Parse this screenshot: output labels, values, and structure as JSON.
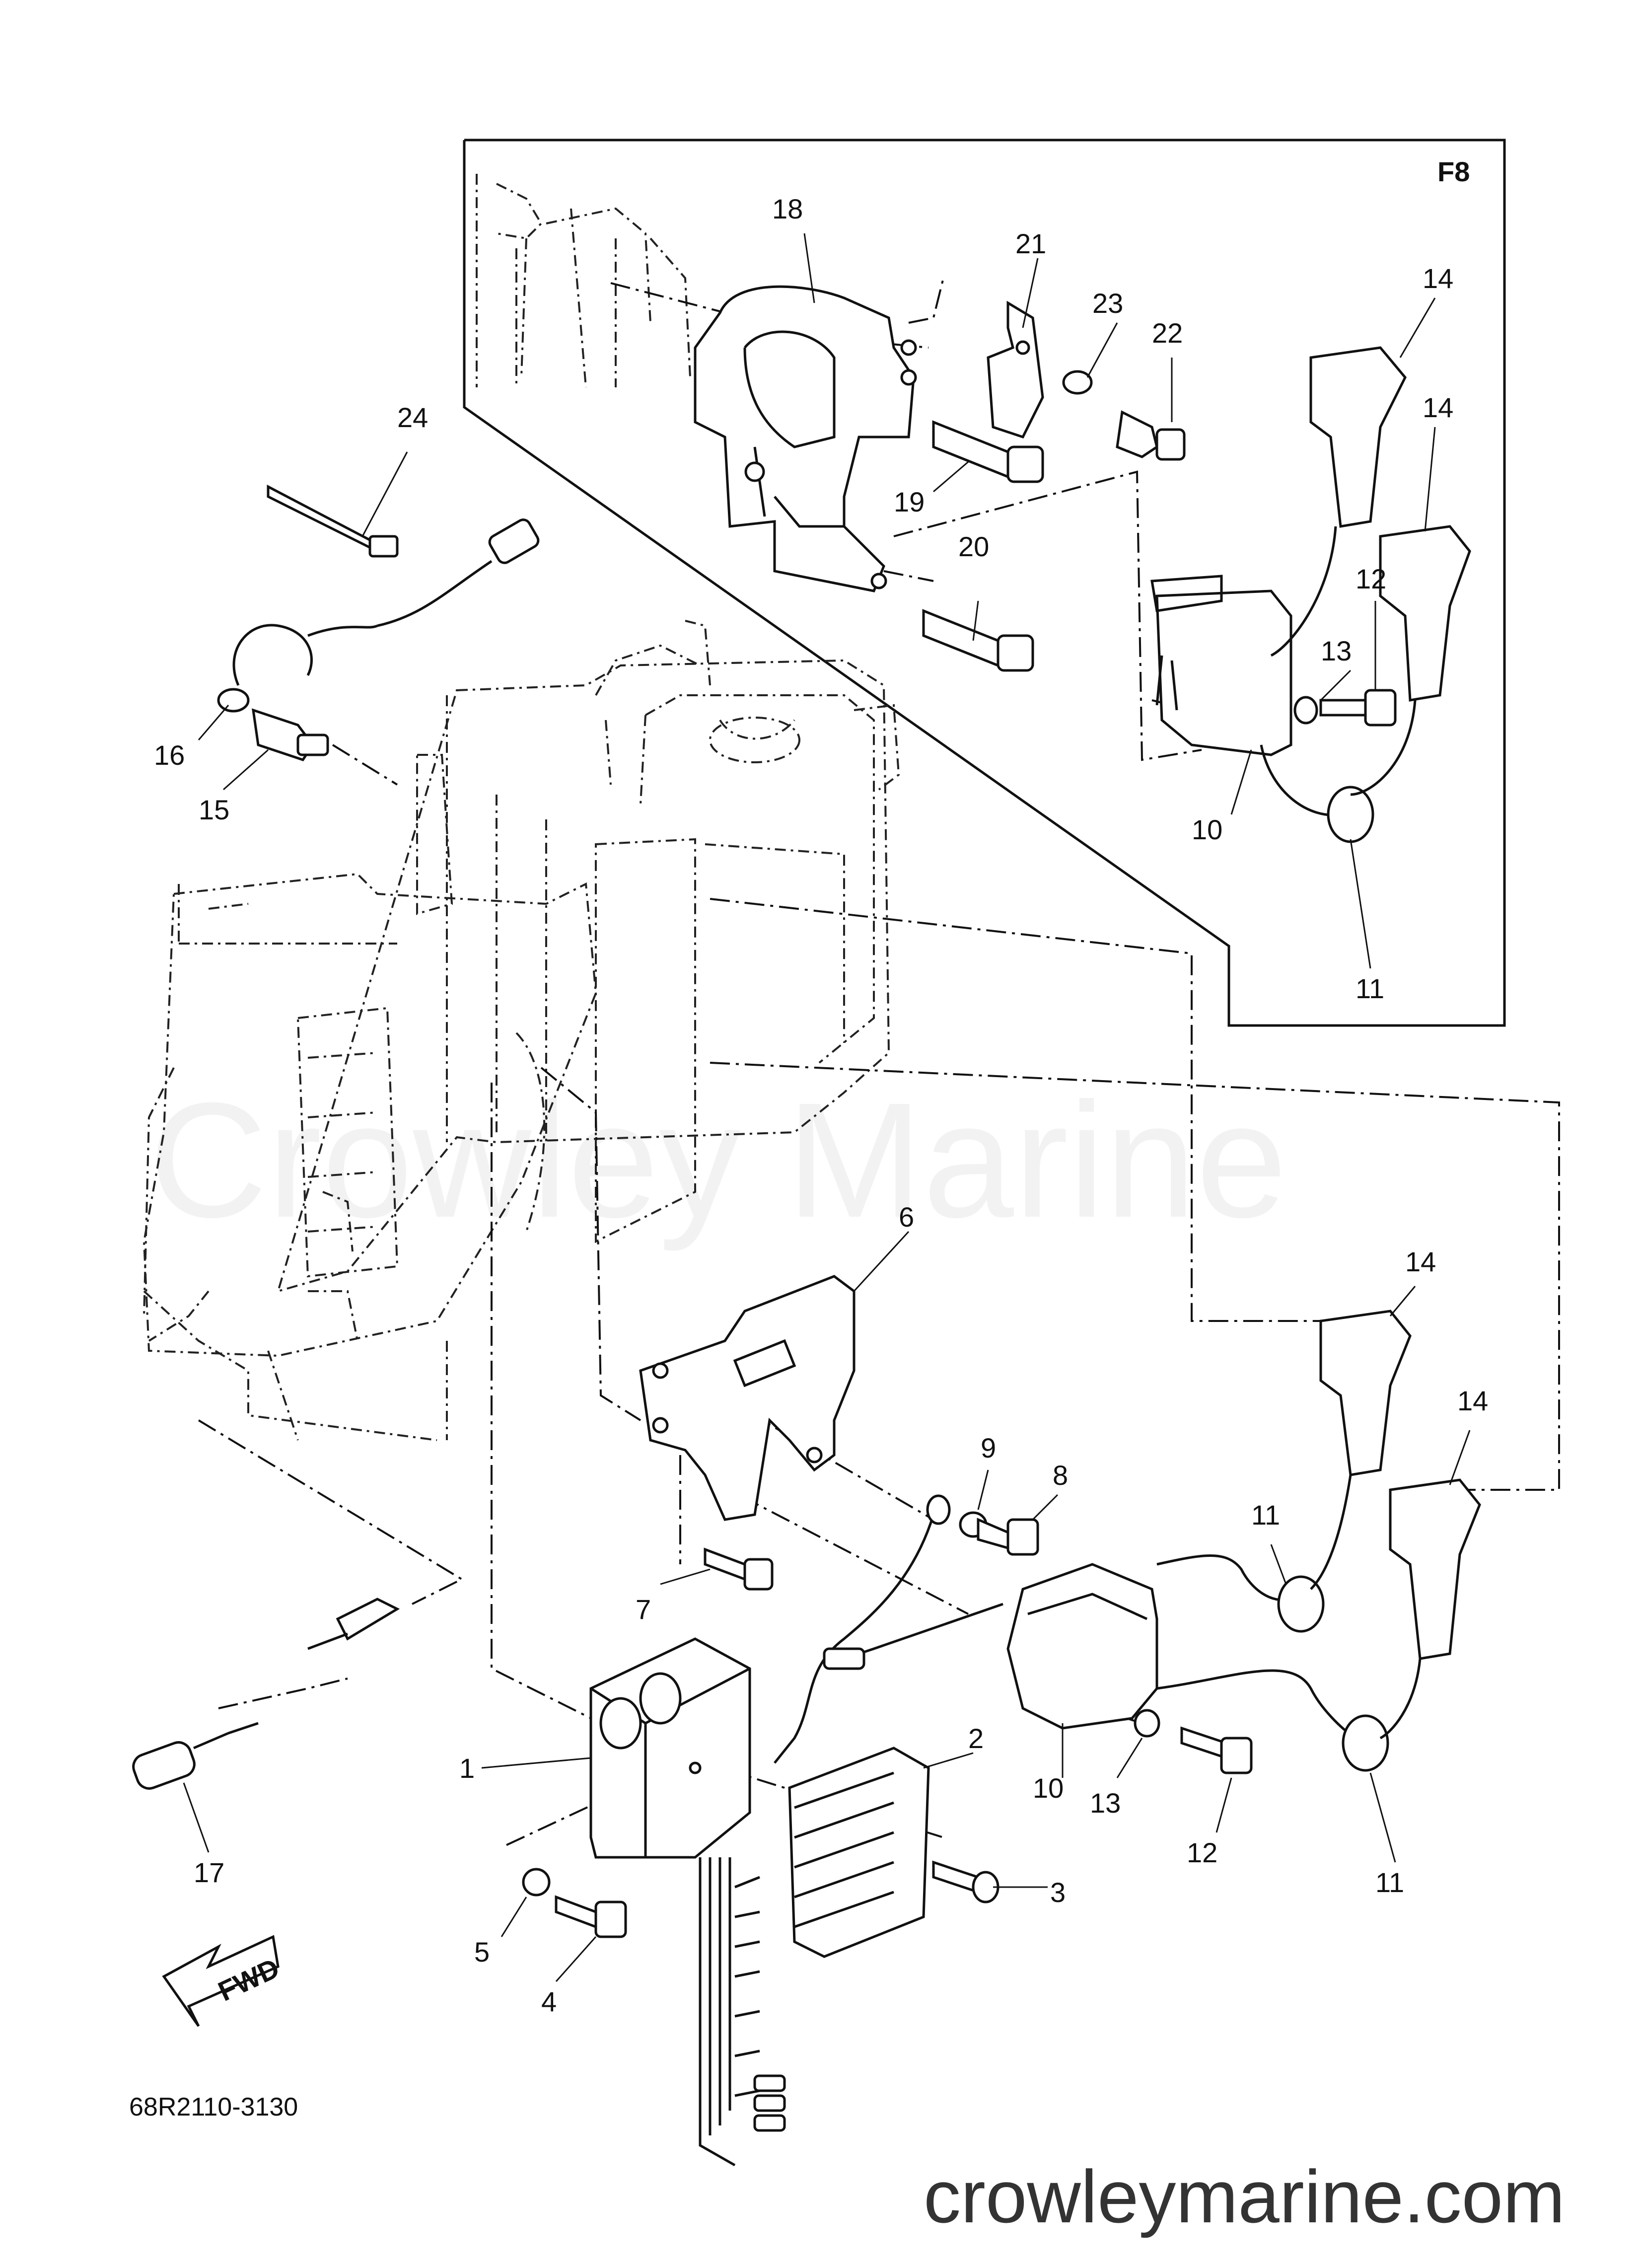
{
  "diagram": {
    "frame_label": "F8",
    "part_code": "68R2110-3130",
    "fwd_label": "FWD",
    "watermark": "Crowley Marine",
    "website": "crowleymarine.com",
    "callouts": {
      "c1": "1",
      "c2": "2",
      "c3": "3",
      "c4": "4",
      "c5": "5",
      "c6": "6",
      "c7": "7",
      "c8": "8",
      "c9": "9",
      "c10a": "10",
      "c10b": "10",
      "c11a": "11",
      "c11b": "11",
      "c11c": "11",
      "c12a": "12",
      "c12b": "12",
      "c13a": "13",
      "c13b": "13",
      "c14a": "14",
      "c14b": "14",
      "c14c": "14",
      "c14d": "14",
      "c15": "15",
      "c16": "16",
      "c17": "17",
      "c18": "18",
      "c19": "19",
      "c20": "20",
      "c21": "21",
      "c22": "22",
      "c23": "23",
      "c24": "24"
    }
  }
}
